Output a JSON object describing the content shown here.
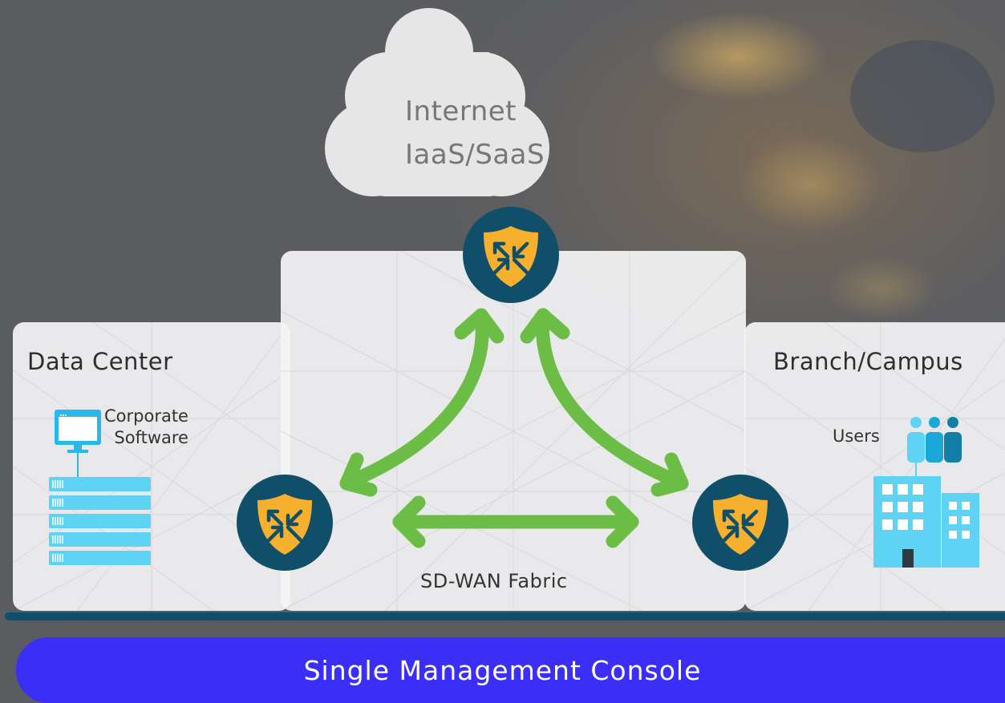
{
  "diagram": {
    "cloud": {
      "lines": "Internet\n IaaS/SaaS"
    },
    "data_center": {
      "title": "Data Center",
      "app_label": "Corporate\nSoftware"
    },
    "branch": {
      "title": "Branch/Campus",
      "users_label": "Users"
    },
    "fabric": {
      "label": "SD-WAN Fabric"
    },
    "console": {
      "label": "Single Management Console"
    },
    "colors": {
      "arrow": "#6cbd45",
      "router_fill": "#0f4f6a",
      "shield": "#f6b02e",
      "console_bar": "#3a2ef7",
      "server": "#5fd3f3",
      "building": "#5fd3f3"
    },
    "icons": [
      "cloud-icon",
      "router-icon",
      "monitor-icon",
      "server-rack-icon",
      "users-icon",
      "building-icon"
    ]
  }
}
